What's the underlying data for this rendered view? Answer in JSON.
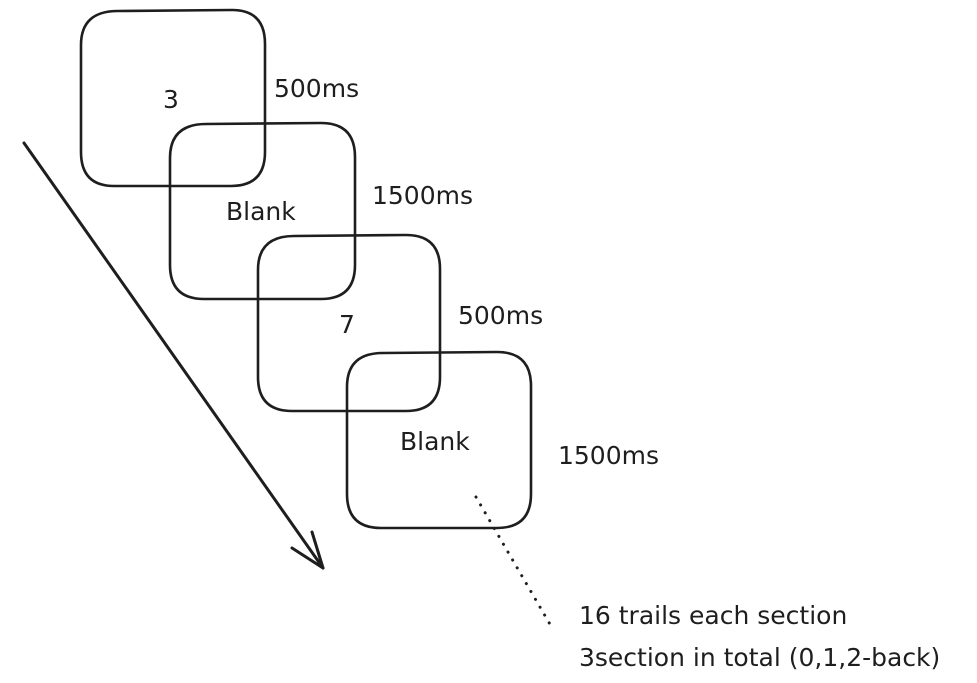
{
  "diagram": {
    "steps": [
      {
        "content": "3",
        "duration": "500ms"
      },
      {
        "content": "Blank",
        "duration": "1500ms"
      },
      {
        "content": "7",
        "duration": "500ms"
      },
      {
        "content": "Blank",
        "duration": "1500ms"
      }
    ],
    "note": {
      "line1": "16 trails each section",
      "line2": "3section in total (0,1,2-back)"
    },
    "stroke_color": "#1e1e1e"
  }
}
